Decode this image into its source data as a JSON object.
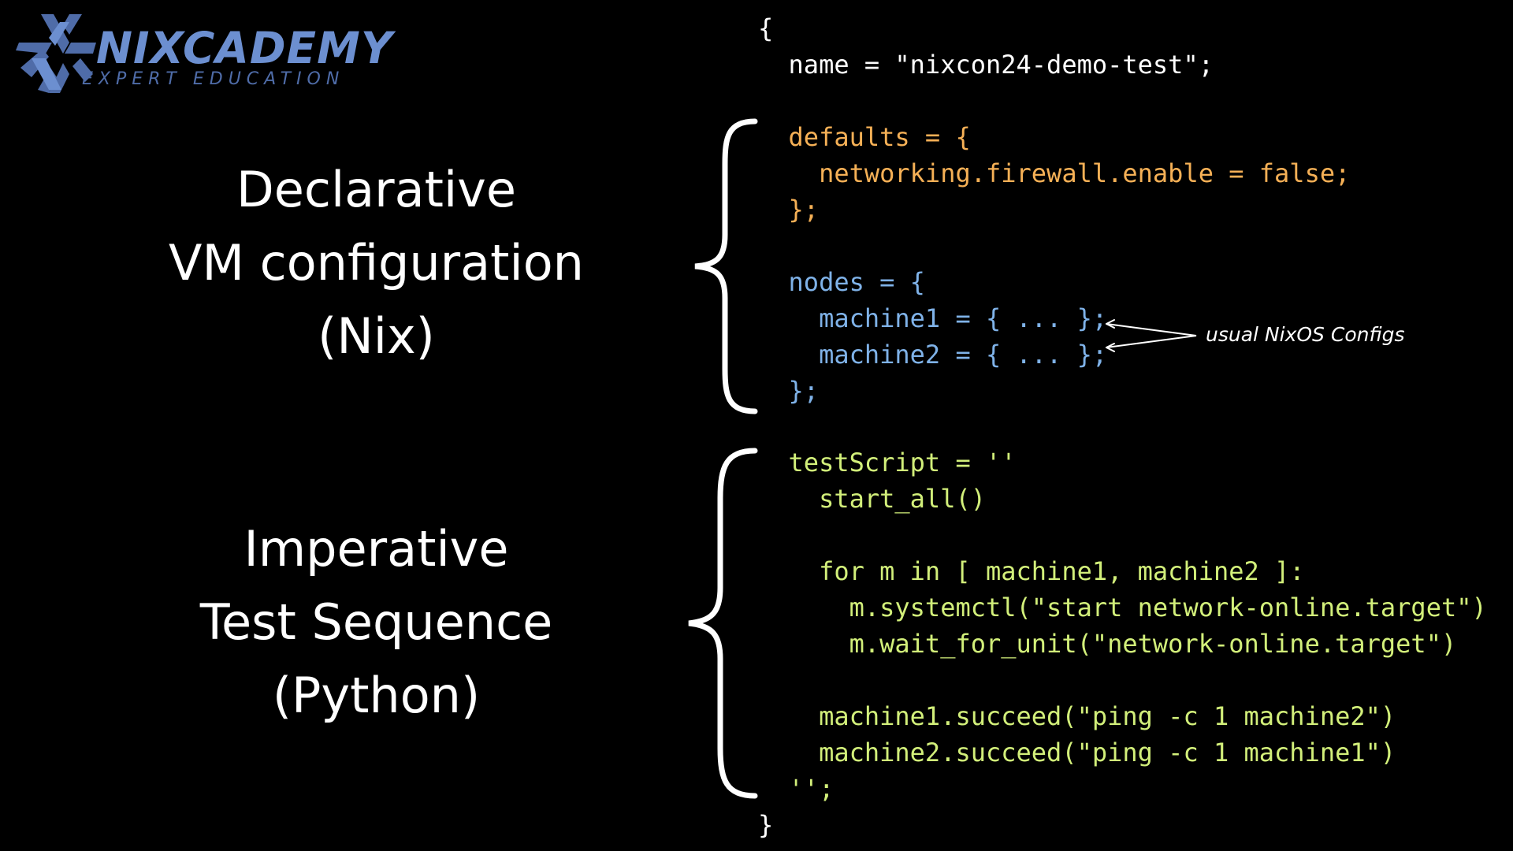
{
  "logo": {
    "brand": "NIXCADEMY",
    "tagline": "EXPERT EDUCATION",
    "icon": "snowflake-lambda-icon",
    "color": "#6c8fd0"
  },
  "sections": {
    "declarative": {
      "line1": "Declarative",
      "line2": "VM configuration",
      "line3": "(Nix)"
    },
    "imperative": {
      "line1": "Imperative",
      "line2": "Test Sequence",
      "line3": "(Python)"
    }
  },
  "code": {
    "open_brace": "{",
    "name_line": "  name = \"nixcon24-demo-test\";",
    "defaults_block": "  defaults = {\n    networking.firewall.enable = false;\n  };",
    "nodes_block": "  nodes = {\n    machine1 = { ... };\n    machine2 = { ... };\n  };",
    "test_block": "  testScript = ''\n    start_all()\n\n    for m in [ machine1, machine2 ]:\n      m.systemctl(\"start network-online.target\")\n      m.wait_for_unit(\"network-online.target\")\n\n    machine1.succeed(\"ping -c 1 machine2\")\n    machine2.succeed(\"ping -c 1 machine1\")\n  '';",
    "close_brace": "}"
  },
  "annotation": "usual NixOS Configs",
  "colors": {
    "background": "#000000",
    "defaults": "#f5b056",
    "nodes": "#7fb2e8",
    "test_script": "#d2ef7a"
  }
}
